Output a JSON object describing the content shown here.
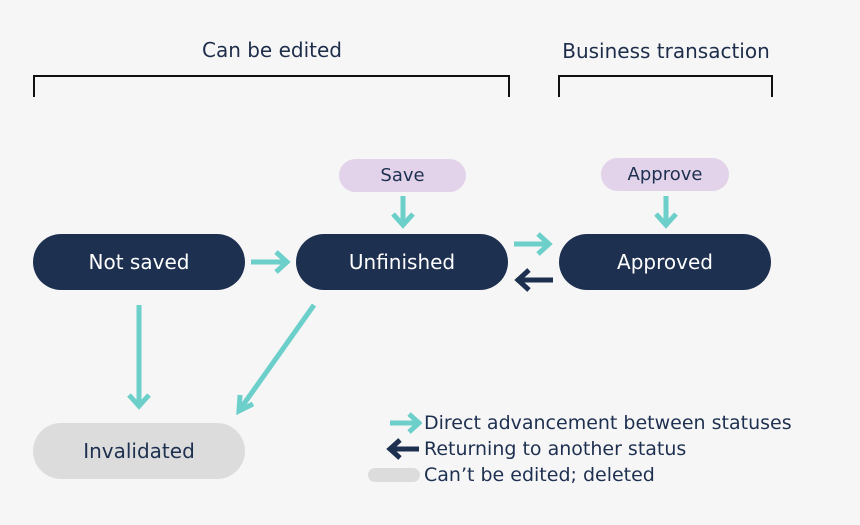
{
  "groups": {
    "editable": {
      "label": "Can be edited"
    },
    "business": {
      "label": "Business transaction"
    }
  },
  "statuses": {
    "not_saved": "Not saved",
    "unfinished": "Unfinished",
    "approved": "Approved",
    "invalidated": "Invalidated"
  },
  "actions": {
    "save": "Save",
    "approve": "Approve"
  },
  "legend": {
    "advance": "Direct advancement between statuses",
    "return": "Returning to another status",
    "deleted": "Can’t be edited; deleted"
  },
  "colors": {
    "status_fill": "#1e3050",
    "status_muted_fill": "#dcdcdc",
    "action_fill": "#e2d3ea",
    "advance_arrow": "#6ccfca",
    "return_arrow": "#1e3050",
    "background": "#f6f6f7"
  }
}
